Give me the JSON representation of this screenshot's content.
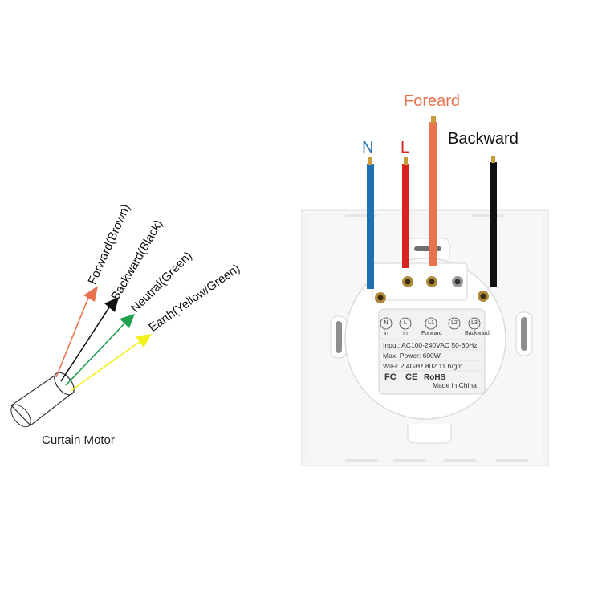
{
  "motor": {
    "caption": "Curtain Motor",
    "leads": [
      {
        "label": "Forward(Brown)",
        "color": "#e8734f"
      },
      {
        "label": "Backward(Black)",
        "color": "#111111"
      },
      {
        "label": "Neutral(Green)",
        "color": "#1fa050"
      },
      {
        "label": "Earth(Yellow/Green)",
        "color": "#f2f21a"
      }
    ]
  },
  "switch": {
    "wires": {
      "n": {
        "label": "N",
        "color": "#1f6fb5"
      },
      "l": {
        "label": "L",
        "color": "#d8231e"
      },
      "forward": {
        "label": "Foreard",
        "color": "#e8734f"
      },
      "backward": {
        "label": "Backward",
        "color": "#111111"
      }
    },
    "terminals": [
      {
        "code": "N",
        "sub": "in"
      },
      {
        "code": "L",
        "sub": "in"
      },
      {
        "code": "L1",
        "sub": "Forward"
      },
      {
        "code": "L2",
        "sub": ""
      },
      {
        "code": "L3",
        "sub": "Backward"
      }
    ],
    "label": {
      "input": "Input: AC100-240VAC 50-60Hz",
      "power": "Max. Power: 600W",
      "wifi": "WiFi: 2.4GHz 802.11 b/g/n",
      "fc": "FC",
      "ce": "CE",
      "rohs": "RoHS",
      "origin": "Made in China"
    }
  }
}
